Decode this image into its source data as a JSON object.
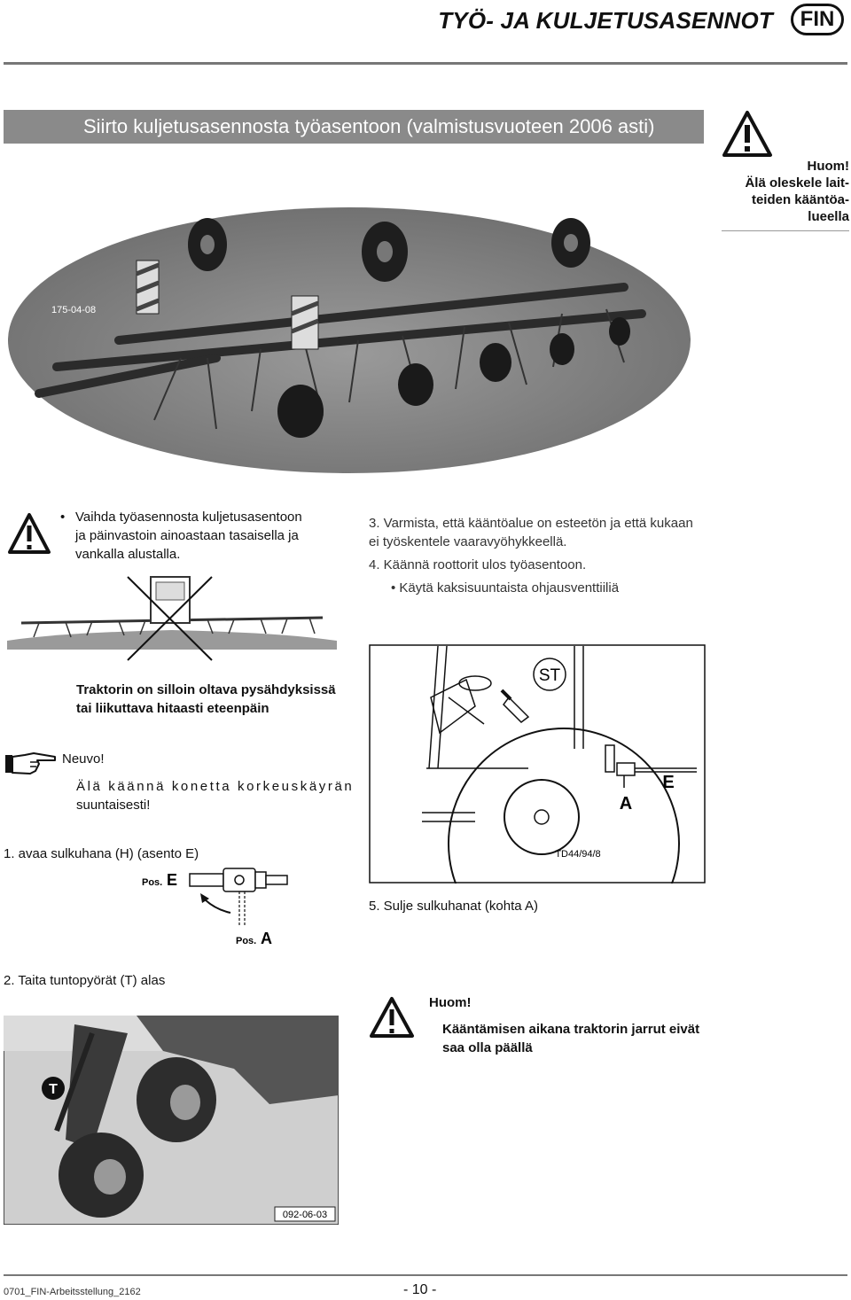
{
  "header": {
    "title": "TYÖ- JA KULJETUSASENNOT",
    "lang_badge": "FIN"
  },
  "section": {
    "title": "Siirto kuljetusasennosta työasentoon (valmistusvuoteen 2006 asti)"
  },
  "side_warning": {
    "title": "Huom!",
    "lines": [
      "Älä oleskele lait-",
      "teiden kääntöa-",
      "lueella"
    ]
  },
  "photo_main": {
    "id": "175-04-08"
  },
  "left": {
    "bullet_lines": [
      "Vaihda työasennosta kuljetusasentoon",
      "ja päinvastoin ainoastaan tasaisella ja",
      "vankalla alustalla."
    ],
    "tractor_note": [
      "Traktorin on silloin oltava pysähdyksissä",
      "tai liikuttava hitaasti eteenpäin"
    ],
    "tip_title": "Neuvo!",
    "tip_lines": [
      "Älä käännä konetta korkeuskäyrän",
      "suuntaisesti!"
    ],
    "step1": "1. avaa sulkuhana (H) (asento E)",
    "pos_e_prefix": "Pos.",
    "pos_e_letter": "E",
    "pos_a_prefix": "Pos.",
    "pos_a_letter": "A",
    "step2": "2. Taita tuntopyörät (T) alas",
    "wheel_label": "T",
    "photo_id": "092-06-03"
  },
  "right": {
    "step3_lines": [
      "3. Varmista, että kääntöalue on esteetön ja että kukaan",
      "ei työskentele vaaravyöhykkeellä."
    ],
    "step4": "4. Käännä roottorit ulos työasentoon.",
    "bullet": "•  Käytä kaksisuuntaista ohjausventtiiliä",
    "diagram_st": "ST",
    "diagram_a": "A",
    "diagram_e": "E",
    "diagram_id": "TD44/94/8",
    "step5": "5. Sulje sulkuhanat (kohta  A)",
    "warn_title": "Huom!",
    "warn_lines": [
      "Kääntämisen aikana traktorin jarrut eivät",
      "saa olla päällä"
    ]
  },
  "footer": {
    "doc_id": "0701_FIN-Arbeitsstellung_2162",
    "page": "- 10 -"
  }
}
